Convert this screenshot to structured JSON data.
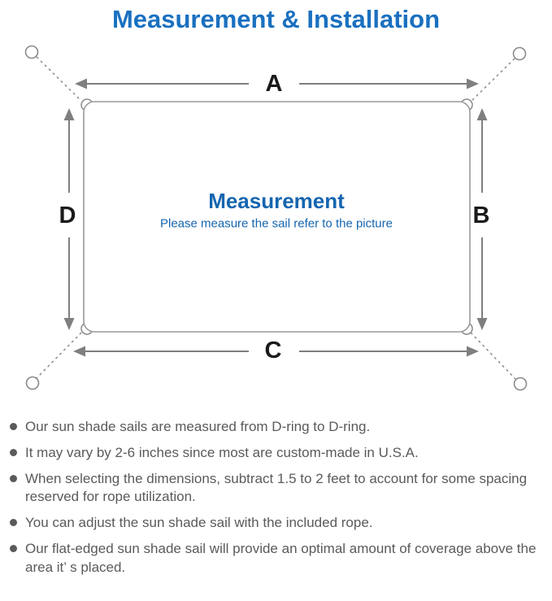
{
  "page": {
    "title": "Measurement & Installation"
  },
  "diagram": {
    "labels": {
      "top": "A",
      "right": "B",
      "bottom": "C",
      "left": "D"
    },
    "center": {
      "title": "Measurement",
      "subtitle": "Please measure the sail refer to the picture"
    },
    "colors": {
      "accent_blue": "#1a70c0",
      "center_blue": "#1565af",
      "line_gray": "#8a8a8a",
      "label_black": "#1a1a1a"
    }
  },
  "bullets": [
    "Our sun shade sails are measured from D-ring to D-ring.",
    "It may vary by 2-6 inches since most are custom-made in U.S.A.",
    "When selecting the dimensions, subtract 1.5 to 2 feet to account for some spacing reserved for rope utilization.",
    "You can adjust the sun shade sail with the included rope.",
    "Our flat-edged sun shade sail will provide an optimal amount of coverage above the area it’ s placed."
  ]
}
